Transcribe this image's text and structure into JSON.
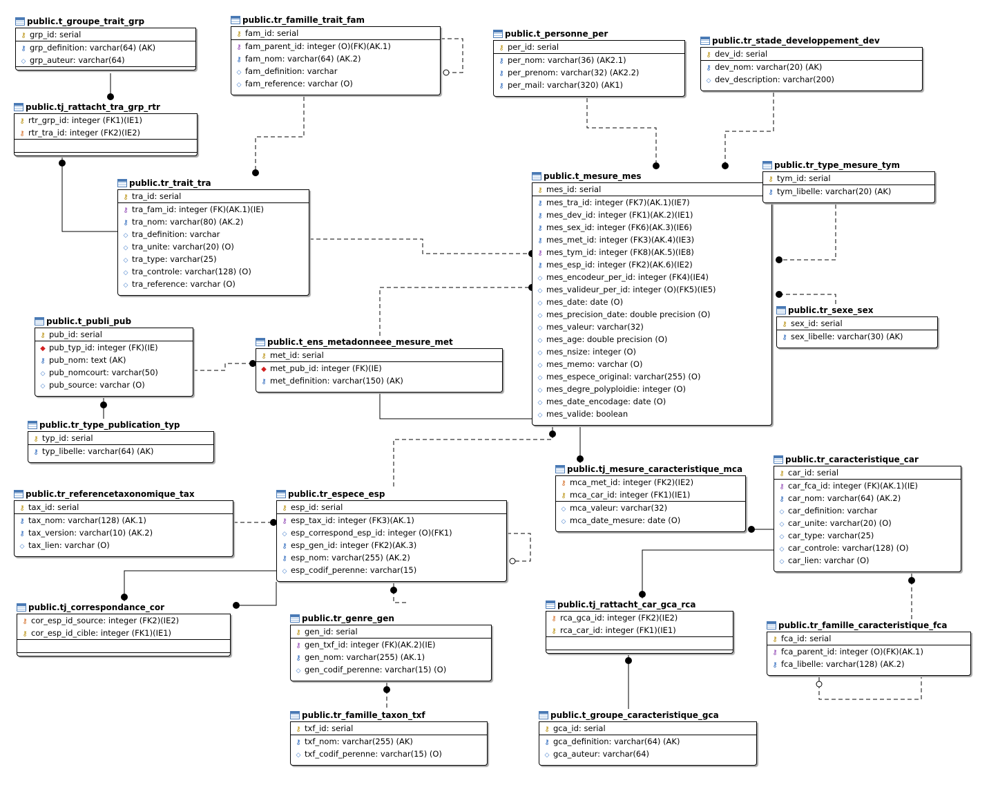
{
  "tables": [
    {
      "id": "grp",
      "name": "public.t_groupe_trait_grp",
      "pk": [
        {
          "icon": "key-icon",
          "text": "grp_id: serial"
        }
      ],
      "cols": [
        {
          "icon": "ak-key-icon",
          "text": "grp_definition: varchar(64) (AK)"
        },
        {
          "icon": "column-icon",
          "text": "grp_auteur: varchar(64)"
        }
      ]
    },
    {
      "id": "fam",
      "name": "public.tr_famille_trait_fam",
      "pk": [
        {
          "icon": "key-icon",
          "text": "fam_id: serial"
        }
      ],
      "cols": [
        {
          "icon": "fk-ak-key-icon",
          "text": "fam_parent_id: integer (O)(FK)(AK.1)"
        },
        {
          "icon": "ak-key-icon",
          "text": "fam_nom: varchar(64) (AK.2)"
        },
        {
          "icon": "column-icon",
          "text": "fam_definition: varchar"
        },
        {
          "icon": "column-icon",
          "text": "fam_reference: varchar (O)"
        }
      ]
    },
    {
      "id": "per",
      "name": "public.t_personne_per",
      "pk": [
        {
          "icon": "key-icon",
          "text": "per_id: serial"
        }
      ],
      "cols": [
        {
          "icon": "ak-key-icon",
          "text": "per_nom: varchar(36) (AK2.1)"
        },
        {
          "icon": "ak-key-icon",
          "text": "per_prenom: varchar(32) (AK2.2)"
        },
        {
          "icon": "ak-key-icon",
          "text": "per_mail: varchar(320) (AK1)"
        }
      ]
    },
    {
      "id": "dev",
      "name": "public.tr_stade_developpement_dev",
      "pk": [
        {
          "icon": "key-icon",
          "text": "dev_id: serial"
        }
      ],
      "cols": [
        {
          "icon": "ak-key-icon",
          "text": "dev_nom: varchar(20) (AK)"
        },
        {
          "icon": "column-icon",
          "text": "dev_description: varchar(200)"
        }
      ]
    },
    {
      "id": "rtr",
      "name": "public.tj_rattacht_tra_grp_rtr",
      "pk": [
        {
          "icon": "key-icon",
          "text": "rtr_grp_id: integer (FK1)(IE1)"
        },
        {
          "icon": "pk-fk-key-icon",
          "text": "rtr_tra_id: integer (FK2)(IE2)"
        }
      ],
      "cols": []
    },
    {
      "id": "tra",
      "name": "public.tr_trait_tra",
      "pk": [
        {
          "icon": "key-icon",
          "text": "tra_id: serial"
        }
      ],
      "cols": [
        {
          "icon": "fk-ak-key-icon",
          "text": "tra_fam_id: integer (FK)(AK.1)(IE)"
        },
        {
          "icon": "ak-key-icon",
          "text": "tra_nom: varchar(80) (AK.2)"
        },
        {
          "icon": "column-icon",
          "text": "tra_definition: varchar"
        },
        {
          "icon": "column-icon",
          "text": "tra_unite: varchar(20) (O)"
        },
        {
          "icon": "column-icon",
          "text": "tra_type: varchar(25)"
        },
        {
          "icon": "column-icon",
          "text": "tra_controle: varchar(128) (O)"
        },
        {
          "icon": "column-icon",
          "text": "tra_reference: varchar (O)"
        }
      ]
    },
    {
      "id": "mes",
      "name": "public.t_mesure_mes",
      "pk": [
        {
          "icon": "key-icon",
          "text": "mes_id: serial"
        }
      ],
      "cols": [
        {
          "icon": "ak-key-icon",
          "text": "mes_tra_id: integer (FK7)(AK.1)(IE7)"
        },
        {
          "icon": "ak-key-icon",
          "text": "mes_dev_id: integer (FK1)(AK.2)(IE1)"
        },
        {
          "icon": "ak-key-icon",
          "text": "mes_sex_id: integer (FK6)(AK.3)(IE6)"
        },
        {
          "icon": "ak-key-icon",
          "text": "mes_met_id: integer (FK3)(AK.4)(IE3)"
        },
        {
          "icon": "fk-ak-key-icon",
          "text": "mes_tym_id: integer (FK8)(AK.5)(IE8)"
        },
        {
          "icon": "ak-key-icon",
          "text": "mes_esp_id: integer (FK2)(AK.6)(IE2)"
        },
        {
          "icon": "column-icon",
          "text": "mes_encodeur_per_id: integer (FK4)(IE4)"
        },
        {
          "icon": "column-icon",
          "text": "mes_valideur_per_id: integer (O)(FK5)(IE5)"
        },
        {
          "icon": "column-icon",
          "text": "mes_date: date (O)"
        },
        {
          "icon": "column-icon",
          "text": "mes_precision_date: double precision (O)"
        },
        {
          "icon": "column-icon",
          "text": "mes_valeur: varchar(32)"
        },
        {
          "icon": "column-icon",
          "text": "mes_age: double precision (O)"
        },
        {
          "icon": "column-icon",
          "text": "mes_nsize: integer (O)"
        },
        {
          "icon": "column-icon",
          "text": "mes_memo: varchar (O)"
        },
        {
          "icon": "column-icon",
          "text": "mes_espece_original: varchar(255) (O)"
        },
        {
          "icon": "column-icon",
          "text": "mes_degre_polyploidie: integer (O)"
        },
        {
          "icon": "column-icon",
          "text": "mes_date_encodage: date (O)"
        },
        {
          "icon": "column-icon",
          "text": "mes_valide: boolean"
        }
      ]
    },
    {
      "id": "tym",
      "name": "public.tr_type_mesure_tym",
      "pk": [
        {
          "icon": "key-icon",
          "text": "tym_id: serial"
        }
      ],
      "cols": [
        {
          "icon": "ak-key-icon",
          "text": "tym_libelle: varchar(20) (AK)"
        }
      ]
    },
    {
      "id": "sex",
      "name": "public.tr_sexe_sex",
      "pk": [
        {
          "icon": "key-icon",
          "text": "sex_id: serial"
        }
      ],
      "cols": [
        {
          "icon": "ak-key-icon",
          "text": "sex_libelle: varchar(30) (AK)"
        }
      ]
    },
    {
      "id": "pub",
      "name": "public.t_publi_pub",
      "pk": [
        {
          "icon": "key-icon",
          "text": "pub_id: serial"
        }
      ],
      "cols": [
        {
          "icon": "fk-icon",
          "text": "pub_typ_id: integer (FK)(IE)"
        },
        {
          "icon": "ak-key-icon",
          "text": "pub_nom: text (AK)"
        },
        {
          "icon": "column-icon",
          "text": "pub_nomcourt: varchar(50)"
        },
        {
          "icon": "column-icon",
          "text": "pub_source: varchar (O)"
        }
      ]
    },
    {
      "id": "met",
      "name": "public.t_ens_metadonneee_mesure_met",
      "pk": [
        {
          "icon": "key-icon",
          "text": "met_id: serial"
        }
      ],
      "cols": [
        {
          "icon": "fk-icon",
          "text": "met_pub_id: integer (FK)(IE)"
        },
        {
          "icon": "ak-key-icon",
          "text": "met_definition: varchar(150) (AK)"
        }
      ]
    },
    {
      "id": "typ",
      "name": "public.tr_type_publication_typ",
      "pk": [
        {
          "icon": "key-icon",
          "text": "typ_id: serial"
        }
      ],
      "cols": [
        {
          "icon": "ak-key-icon",
          "text": "typ_libelle: varchar(64) (AK)"
        }
      ]
    },
    {
      "id": "tax",
      "name": "public.tr_referencetaxonomique_tax",
      "pk": [
        {
          "icon": "key-icon",
          "text": "tax_id: serial"
        }
      ],
      "cols": [
        {
          "icon": "ak-key-icon",
          "text": "tax_nom: varchar(128) (AK.1)"
        },
        {
          "icon": "ak-key-icon",
          "text": "tax_version: varchar(10) (AK.2)"
        },
        {
          "icon": "column-icon",
          "text": "tax_lien: varchar (O)"
        }
      ]
    },
    {
      "id": "esp",
      "name": "public.tr_espece_esp",
      "pk": [
        {
          "icon": "key-icon",
          "text": "esp_id: serial"
        }
      ],
      "cols": [
        {
          "icon": "fk-ak-key-icon",
          "text": "esp_tax_id: integer (FK3)(AK.1)"
        },
        {
          "icon": "column-icon",
          "text": "esp_correspond_esp_id: integer (O)(FK1)"
        },
        {
          "icon": "ak-key-icon",
          "text": "esp_gen_id: integer (FK2)(AK.3)"
        },
        {
          "icon": "ak-key-icon",
          "text": "esp_nom: varchar(255) (AK.2)"
        },
        {
          "icon": "column-icon",
          "text": "esp_codif_perenne: varchar(15)"
        }
      ]
    },
    {
      "id": "mca",
      "name": "public.tj_mesure_caracteristique_mca",
      "pk": [
        {
          "icon": "pk-fk-key-icon",
          "text": "mca_met_id: integer (FK2)(IE2)"
        },
        {
          "icon": "key-icon",
          "text": "mca_car_id: integer (FK1)(IE1)"
        }
      ],
      "cols": [
        {
          "icon": "column-icon",
          "text": "mca_valeur: varchar(32)"
        },
        {
          "icon": "column-icon",
          "text": "mca_date_mesure: date (O)"
        }
      ]
    },
    {
      "id": "car",
      "name": "public.tr_caracteristique_car",
      "pk": [
        {
          "icon": "key-icon",
          "text": "car_id: serial"
        }
      ],
      "cols": [
        {
          "icon": "fk-ak-key-icon",
          "text": "car_fca_id: integer (FK)(AK.1)(IE)"
        },
        {
          "icon": "ak-key-icon",
          "text": "car_nom: varchar(64) (AK.2)"
        },
        {
          "icon": "column-icon",
          "text": "car_definition: varchar"
        },
        {
          "icon": "column-icon",
          "text": "car_unite: varchar(20) (O)"
        },
        {
          "icon": "column-icon",
          "text": "car_type: varchar(25)"
        },
        {
          "icon": "column-icon",
          "text": "car_controle: varchar(128) (O)"
        },
        {
          "icon": "column-icon",
          "text": "car_lien: varchar (O)"
        }
      ]
    },
    {
      "id": "cor",
      "name": "public.tj_correspondance_cor",
      "pk": [
        {
          "icon": "pk-fk-key-icon",
          "text": "cor_esp_id_source: integer (FK2)(IE2)"
        },
        {
          "icon": "key-icon",
          "text": "cor_esp_id_cible: integer (FK1)(IE1)"
        }
      ],
      "cols": []
    },
    {
      "id": "gen",
      "name": "public.tr_genre_gen",
      "pk": [
        {
          "icon": "key-icon",
          "text": "gen_id: serial"
        }
      ],
      "cols": [
        {
          "icon": "fk-ak-key-icon",
          "text": "gen_txf_id: integer (FK)(AK.2)(IE)"
        },
        {
          "icon": "ak-key-icon",
          "text": "gen_nom: varchar(255) (AK.1)"
        },
        {
          "icon": "column-icon",
          "text": "gen_codif_perenne: varchar(15) (O)"
        }
      ]
    },
    {
      "id": "rca",
      "name": "public.tj_rattacht_car_gca_rca",
      "pk": [
        {
          "icon": "pk-fk-key-icon",
          "text": "rca_gca_id: integer (FK2)(IE2)"
        },
        {
          "icon": "key-icon",
          "text": "rca_car_id: integer (FK1)(IE1)"
        }
      ],
      "cols": []
    },
    {
      "id": "fca",
      "name": "public.tr_famille_caracteristique_fca",
      "pk": [
        {
          "icon": "key-icon",
          "text": "fca_id: serial"
        }
      ],
      "cols": [
        {
          "icon": "fk-ak-key-icon",
          "text": "fca_parent_id: integer (O)(FK)(AK.1)"
        },
        {
          "icon": "ak-key-icon",
          "text": "fca_libelle: varchar(128) (AK.2)"
        }
      ]
    },
    {
      "id": "txf",
      "name": "public.tr_famille_taxon_txf",
      "pk": [
        {
          "icon": "key-icon",
          "text": "txf_id: serial"
        }
      ],
      "cols": [
        {
          "icon": "ak-key-icon",
          "text": "txf_nom: varchar(255) (AK)"
        },
        {
          "icon": "column-icon",
          "text": "txf_codif_perenne: varchar(15) (O)"
        }
      ]
    },
    {
      "id": "gca",
      "name": "public.t_groupe_caracteristique_gca",
      "pk": [
        {
          "icon": "key-icon",
          "text": "gca_id: serial"
        }
      ],
      "cols": [
        {
          "icon": "ak-key-icon",
          "text": "gca_definition: varchar(64) (AK)"
        },
        {
          "icon": "column-icon",
          "text": "gca_auteur: varchar(64)"
        }
      ]
    }
  ]
}
